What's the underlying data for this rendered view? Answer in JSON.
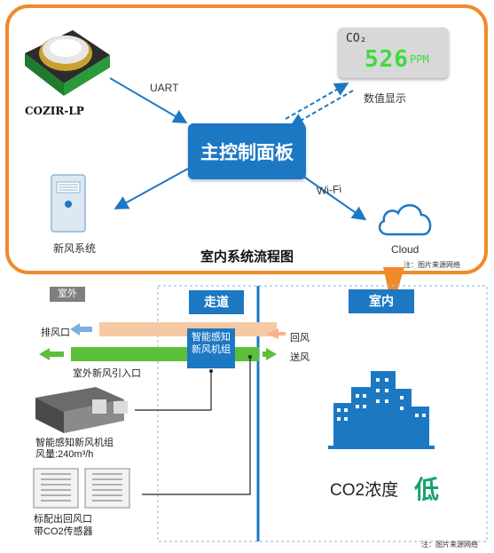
{
  "top": {
    "sensor_label": "COZIR-LP",
    "uart_label": "UART",
    "controller_label": "主控制面板",
    "display_label": "数值显示",
    "display_co2": "CO₂",
    "display_value": "526",
    "display_unit": "PPM",
    "wifi_label": "Wi-Fi",
    "fresh_air_label": "新风系统",
    "cloud_label": "Cloud",
    "caption": "室内系统流程图",
    "note": "注：图片来源网络"
  },
  "bottom": {
    "outdoor": "室外",
    "corridor": "走道",
    "indoor": "室内",
    "exhaust": "排风口",
    "return_air": "回风",
    "supply_air": "送风",
    "fresh_inlet": "室外新风引入口",
    "unit_line1": "智能感知",
    "unit_line2": "新风机组",
    "device_line1": "智能感知新风机组",
    "device_line2": "风量:240m³/h",
    "grille_line1": "标配出回风口",
    "grille_line2": "带CO2传感器",
    "co2_low": "CO2浓度",
    "co2_low_char": "低",
    "note": "注：图片来源网络"
  },
  "colors": {
    "orange_border": "#f08a2a",
    "brand_blue": "#1d78c4",
    "green_flow": "#5cbf3a",
    "exhaust_peach": "#f6c9a4",
    "display_green": "#3ddc3d"
  }
}
